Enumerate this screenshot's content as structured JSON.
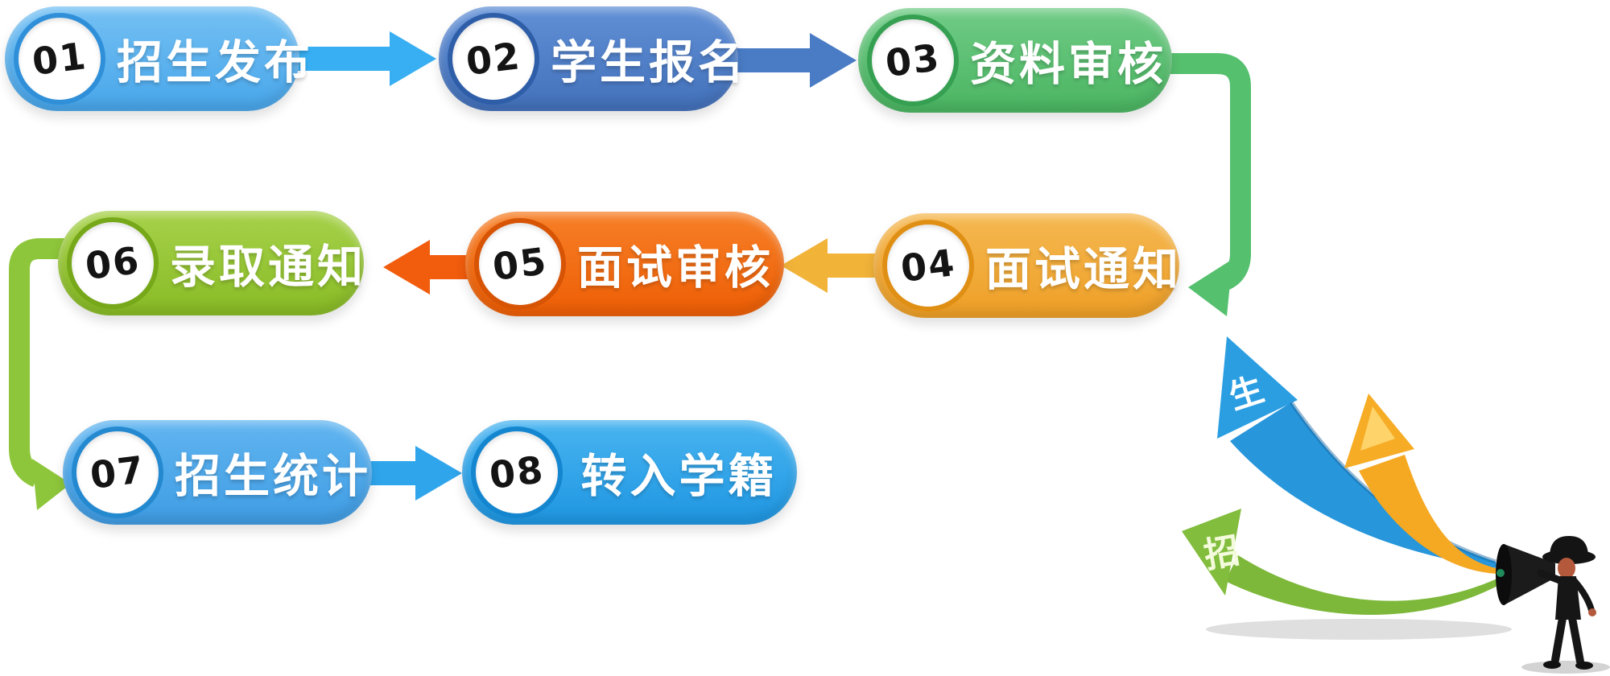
{
  "flow": {
    "steps": [
      {
        "number": "01",
        "label": "招生发布",
        "color": "#4FA9EB"
      },
      {
        "number": "02",
        "label": "学生报名",
        "color": "#4B7EC8"
      },
      {
        "number": "03",
        "label": "资料审核",
        "color": "#57BE6C"
      },
      {
        "number": "04",
        "label": "面试通知",
        "color": "#F1A633"
      },
      {
        "number": "05",
        "label": "面试审核",
        "color": "#F26A0D"
      },
      {
        "number": "06",
        "label": "录取通知",
        "color": "#93C331"
      },
      {
        "number": "07",
        "label": "招生统计",
        "color": "#4AA5E8"
      },
      {
        "number": "08",
        "label": "转入学籍",
        "color": "#2FA2E9"
      }
    ],
    "connector_colors": {
      "step1_to_step2": "#38AFF2",
      "step2_to_step3": "#4A7CC6",
      "step3_to_step4": "#55C06E",
      "step4_to_step5": "#F2B339",
      "step5_to_step6": "#F15C0D",
      "step6_to_step7": "#8DC63A",
      "step7_to_step8": "#2FA5EC"
    }
  },
  "illustration": {
    "blue_arrow_char": "生",
    "green_arrow_char": "招",
    "arrow_colors": {
      "blue": "#2796DB",
      "yellow": "#F5A821",
      "green": "#7DB83A"
    }
  }
}
